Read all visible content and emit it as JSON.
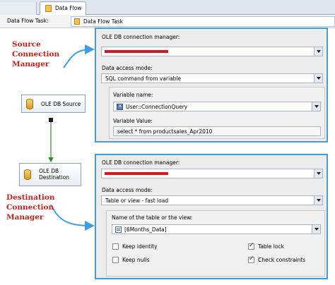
{
  "tabs": {
    "active_label": "Data Flow"
  },
  "task_row": {
    "label": "Data Flow Task:",
    "value": "Data Flow Task"
  },
  "components": {
    "source": {
      "label": "OLE DB Source"
    },
    "destination": {
      "label": "OLE DB Destination"
    }
  },
  "annotations": {
    "source": "Source Connection Manager",
    "destination": "Destination Connection Manager"
  },
  "source_panel": {
    "conn_label": "OLE DB connection manager:",
    "access_label": "Data access mode:",
    "access_value": "SQL command from variable",
    "variable_name_label": "Variable name:",
    "variable_name_value": "User::ConnectionQuery",
    "variable_value_label": "Variable Value:",
    "variable_value": "select * from productsales_Apr2010"
  },
  "dest_panel": {
    "conn_label": "OLE DB connection manager:",
    "access_label": "Data access mode:",
    "access_value": "Table or view - fast load",
    "table_label": "Name of the table or the view:",
    "table_value": "[6Months_Data]",
    "options": [
      {
        "label": "Keep identity",
        "checked": false
      },
      {
        "label": "Table lock",
        "checked": true
      },
      {
        "label": "Keep nulls",
        "checked": false
      },
      {
        "label": "Check constraints",
        "checked": true
      }
    ]
  },
  "colors": {
    "annotation": "#c0221f",
    "panel_border": "#3d9fe0",
    "redaction": "#d9141a",
    "flow_path": "#2e8b2e"
  }
}
